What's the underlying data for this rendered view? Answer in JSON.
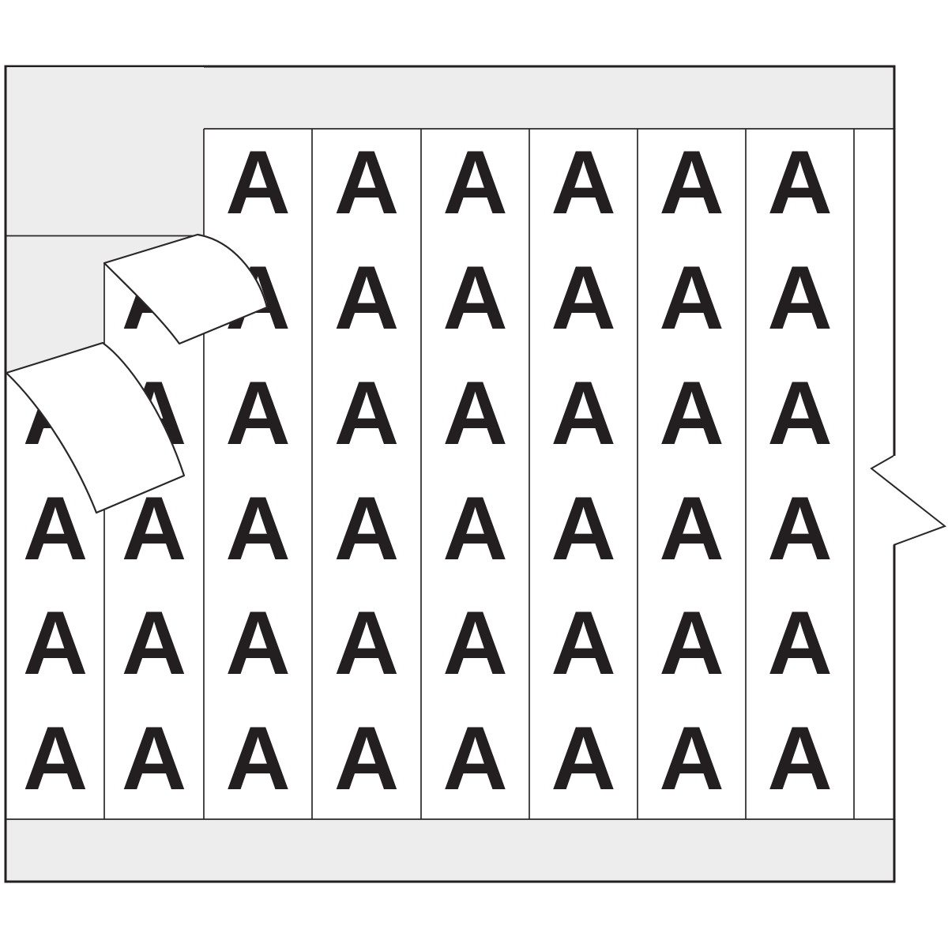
{
  "product": {
    "name": "wire-marker-card",
    "legend_letter": "A",
    "marker_rows": 6,
    "marker_columns": 8,
    "visible_letter_count": 45
  },
  "colors": {
    "page_background": "#ffffff",
    "card_background": "#ededed",
    "strip_background": "#ffffff",
    "line": "#2b2728",
    "border": "#231f20",
    "letter": "#231f20"
  },
  "grid": {
    "legend": "A",
    "columns": [
      {
        "index": 1,
        "visible_letter_rows": [
          3,
          4,
          5,
          6
        ]
      },
      {
        "index": 2,
        "visible_letter_rows": [
          2,
          3,
          4,
          5,
          6
        ]
      },
      {
        "index": 3,
        "visible_letter_rows": [
          1,
          2,
          3,
          4,
          5,
          6
        ]
      },
      {
        "index": 4,
        "visible_letter_rows": [
          1,
          2,
          3,
          4,
          5,
          6
        ]
      },
      {
        "index": 5,
        "visible_letter_rows": [
          1,
          2,
          3,
          4,
          5,
          6
        ]
      },
      {
        "index": 6,
        "visible_letter_rows": [
          1,
          2,
          3,
          4,
          5,
          6
        ]
      },
      {
        "index": 7,
        "visible_letter_rows": [
          1,
          2,
          3,
          4,
          5,
          6
        ]
      },
      {
        "index": 8,
        "visible_letter_rows": [
          1,
          2,
          3,
          4,
          5,
          6
        ]
      }
    ]
  },
  "scene": {
    "peeling_markers": 2,
    "peeled_backing_visible": "top-left",
    "edge_tab": "arrow-tab-right-edge"
  }
}
